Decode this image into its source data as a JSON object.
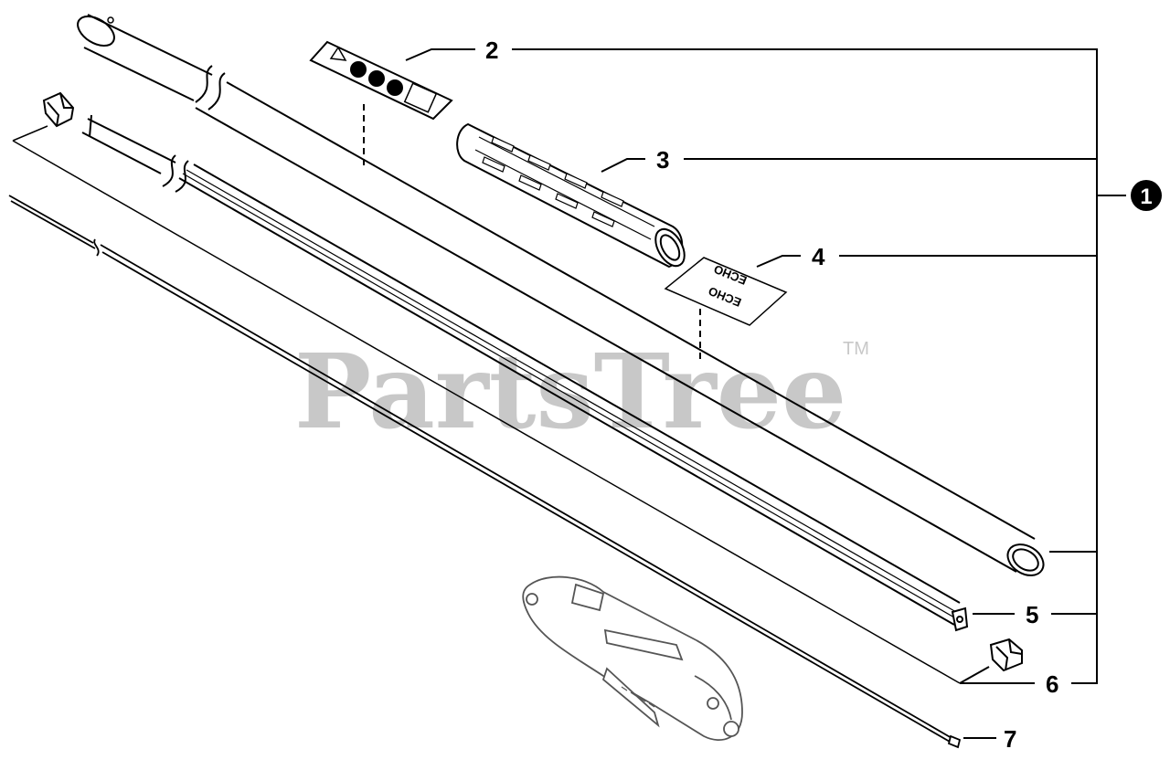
{
  "watermark": {
    "text": "PartsTree",
    "trademark": "TM"
  },
  "callouts": {
    "assembly": "1",
    "p2": "2",
    "p3": "3",
    "p4": "4",
    "p5": "5",
    "p6": "6",
    "p7": "7"
  },
  "decal_brand": "ECHO",
  "colors": {
    "line": "#000000",
    "watermark": "#c8c8c8",
    "assembly_badge": "#000000"
  }
}
